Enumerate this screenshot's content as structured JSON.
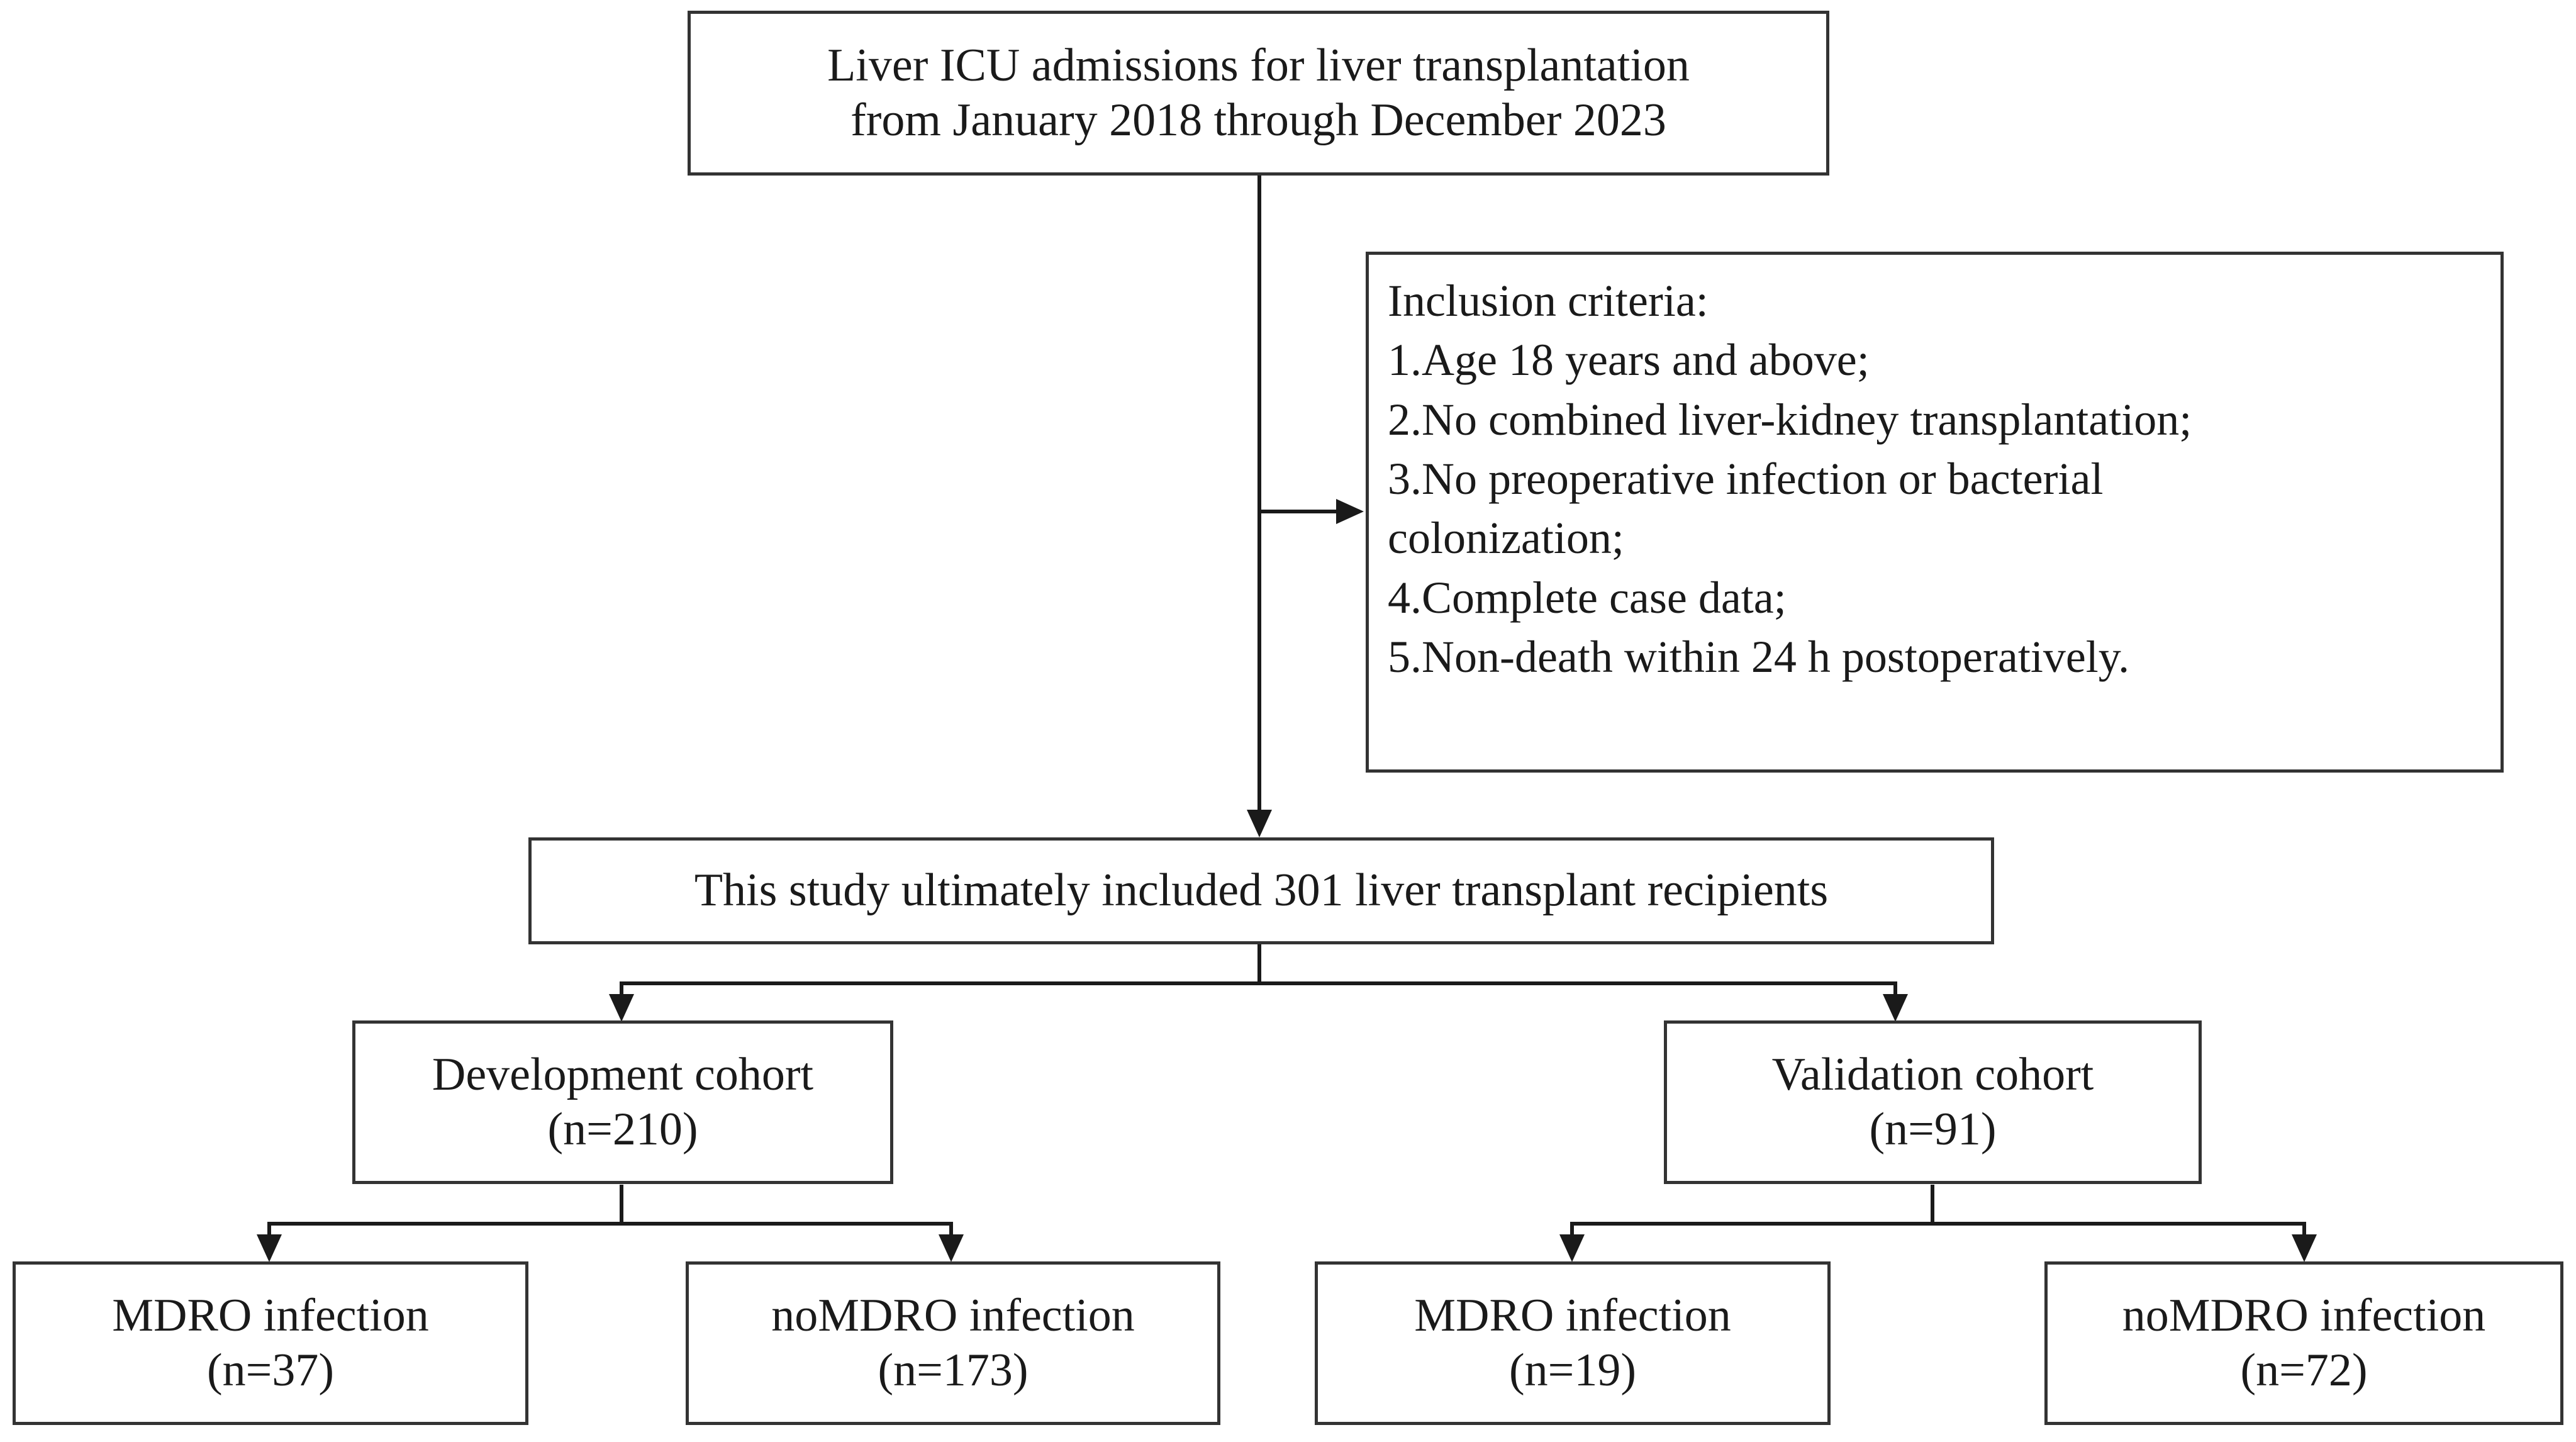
{
  "diagram": {
    "title": "Study participant flow diagram",
    "type": "flowchart",
    "colors": {
      "box_border": "#333333",
      "connector": "#1a1a1a",
      "background": "#ffffff",
      "text": "#1a1a1a"
    },
    "nodes": {
      "source": {
        "lines": [
          "Liver ICU admissions for liver transplantation",
          "from January 2018 through December 2023"
        ]
      },
      "criteria": {
        "lines": [
          "Inclusion criteria:",
          "1.Age 18 years and above;",
          "2.No combined liver-kidney transplantation;",
          "3.No preoperative infection or bacterial",
          "colonization;",
          "4.Complete case data;",
          "5.Non-death within 24 h postoperatively."
        ]
      },
      "included": {
        "lines": [
          "This study ultimately included 301 liver transplant recipients"
        ],
        "count": 301
      },
      "dev_cohort": {
        "lines": [
          "Development cohort",
          "(n=210)"
        ],
        "count": 210
      },
      "val_cohort": {
        "lines": [
          "Validation cohort",
          "(n=91)"
        ],
        "count": 91
      },
      "dev_mdro": {
        "lines": [
          "MDRO infection",
          "(n=37)"
        ],
        "count": 37
      },
      "dev_nomdro": {
        "lines": [
          "noMDRO infection",
          "(n=173)"
        ],
        "count": 173
      },
      "val_mdro": {
        "lines": [
          "MDRO infection",
          "(n=19)"
        ],
        "count": 19
      },
      "val_nomdro": {
        "lines": [
          "noMDRO infection",
          "(n=72)"
        ],
        "count": 72
      }
    }
  }
}
